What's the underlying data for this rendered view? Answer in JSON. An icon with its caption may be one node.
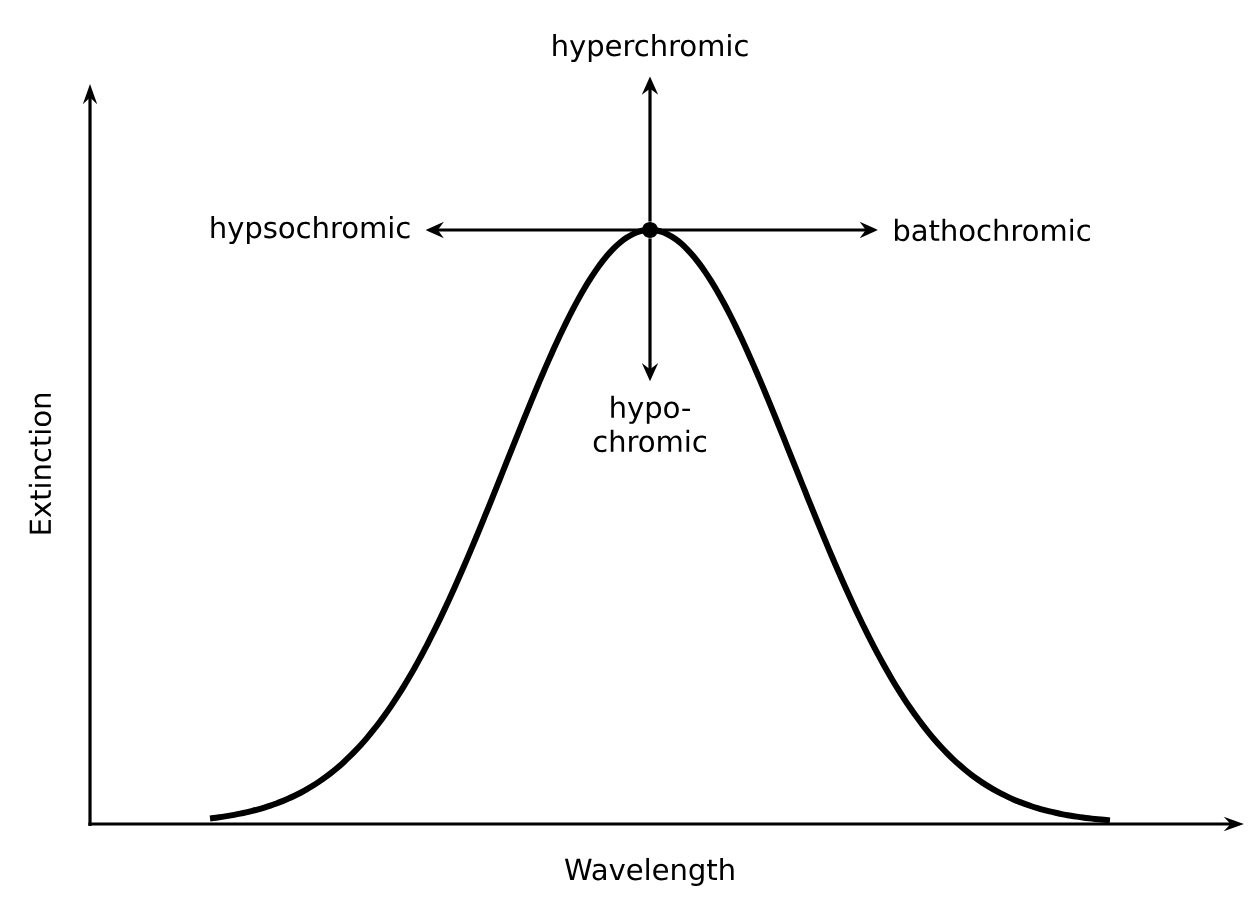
{
  "diagram": {
    "nodes": [
      {
        "text": [
          "hyperchromic"
        ]
      },
      {
        "text": [
          "hypsochromic"
        ]
      },
      {
        "text": [],
        "shape": "circle"
      },
      {
        "text": [
          "bathochromic"
        ]
      },
      {
        "text": [
          "hypo- chromic"
        ]
      }
    ],
    "edges": [
      {
        "from": 2,
        "to": 0,
        "arrow": "to"
      },
      {
        "from": 2,
        "to": 1,
        "arrow": "to"
      },
      {
        "from": 2,
        "to": 3,
        "arrow": "to"
      },
      {
        "from": 2,
        "to": 4,
        "arrow": "to"
      }
    ],
    "labels": [
      "Extinction",
      "Wavelength"
    ]
  }
}
